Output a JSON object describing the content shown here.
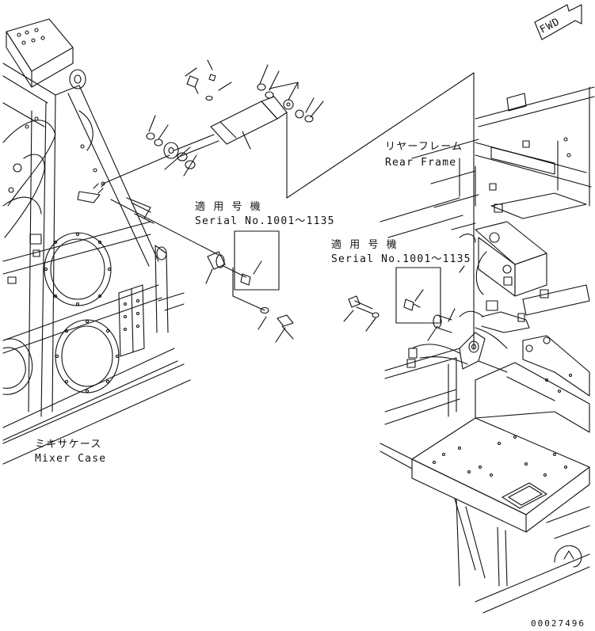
{
  "labels": {
    "rear_frame_jp": "リヤーフレーム",
    "rear_frame_en": "Rear Frame",
    "applicable_jp_left": "適 用 号 機",
    "serial_left": "Serial No.1001～1135",
    "applicable_jp_right": "適 用 号 機",
    "serial_right": "Serial No.1001～1135",
    "mixer_case_jp": "ミキサケース",
    "mixer_case_en": "Mixer Case",
    "fwd": "FWD",
    "drawing_number": "00027496"
  }
}
